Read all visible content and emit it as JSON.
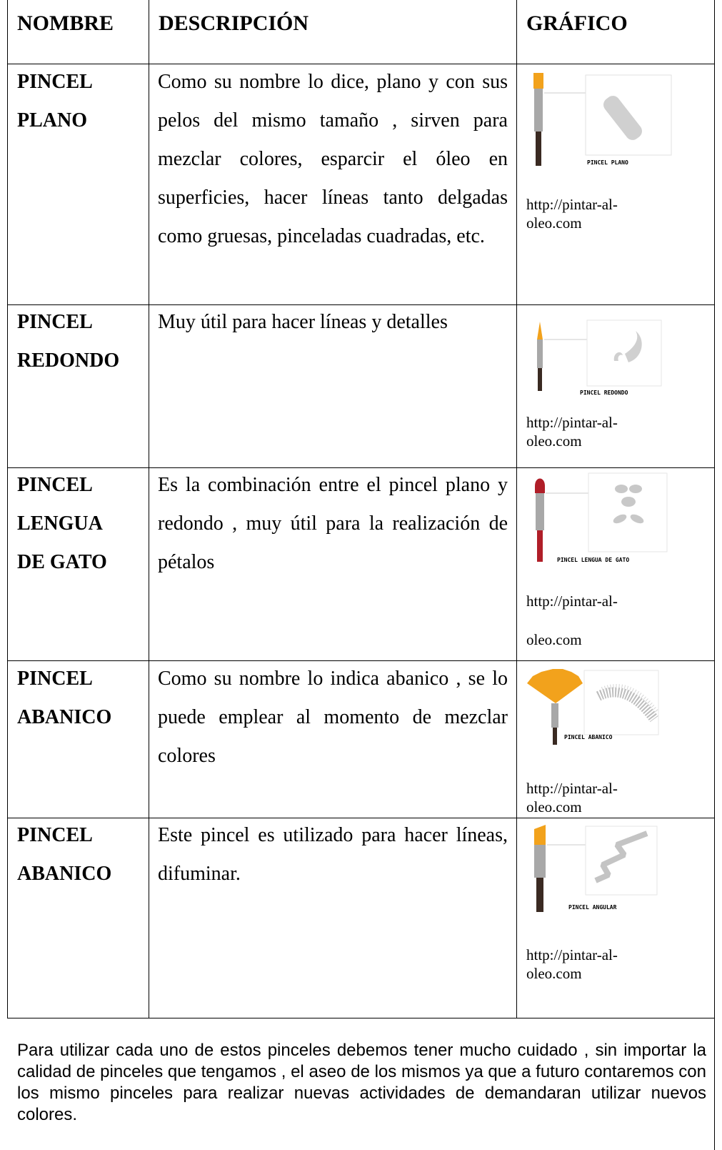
{
  "headers": {
    "name": "NOMBRE",
    "description": "DESCRIPCIÓN",
    "graphic": "GRÁFICO"
  },
  "rows": [
    {
      "name_line1": "PINCEL",
      "name_line2": "PLANO",
      "description": "Como su nombre lo dice, plano y con sus pelos del mismo tamaño , sirven para mezclar colores, esparcir el óleo en superficies, hacer líneas tanto delgadas como gruesas, pinceladas cuadradas, etc.",
      "image_caption": "PINCEL PLANO",
      "url_line1": "http://pintar-al-",
      "url_line2": "oleo.com"
    },
    {
      "name_line1": "PINCEL",
      "name_line2": "REDONDO",
      "description": "Muy útil para hacer líneas y detalles",
      "image_caption": "PINCEL REDONDO",
      "url_line1": "http://pintar-al-",
      "url_line2": "oleo.com"
    },
    {
      "name_line1": "PINCEL",
      "name_line2": "LENGUA",
      "name_line3": "DE GATO",
      "description": "Es la combinación entre el pincel plano y redondo , muy útil para la realización de pétalos",
      "image_caption": "PINCEL LENGUA DE GATO",
      "url_line1": "http://pintar-al-",
      "url_line2": "oleo.com"
    },
    {
      "name_line1": "PINCEL",
      "name_line2": "ABANICO",
      "description": "Como su nombre lo indica abanico , se lo puede emplear al momento de mezclar colores",
      "image_caption": "PINCEL ABANICO",
      "url_line1": "http://pintar-al-",
      "url_line2": "oleo.com"
    },
    {
      "name_line1": "PINCEL",
      "name_line2": "ABANICO",
      "description": "Este pincel es utilizado para hacer líneas, difuminar.",
      "image_caption": "PINCEL ANGULAR",
      "url_line1": "http://pintar-al-",
      "url_line2": "oleo.com"
    }
  ],
  "footer_text": "Para utilizar cada uno de estos pinceles debemos tener mucho cuidado , sin importar la calidad de pinceles que tengamos , el aseo de los mismos ya que a futuro contaremos con los mismo pinceles para realizar nuevas actividades de demandaran utilizar nuevos colores.",
  "colors": {
    "bristle_orange": "#f2a21c",
    "bristle_red": "#b01e28",
    "ferrule": "#9a9a9a",
    "handle": "#3a2a22",
    "stroke_gray": "#cfcfcf",
    "border": "#000000"
  },
  "icons": [
    "flat-brush-icon",
    "round-brush-icon",
    "cat-tongue-brush-icon",
    "fan-brush-icon",
    "angular-brush-icon"
  ]
}
